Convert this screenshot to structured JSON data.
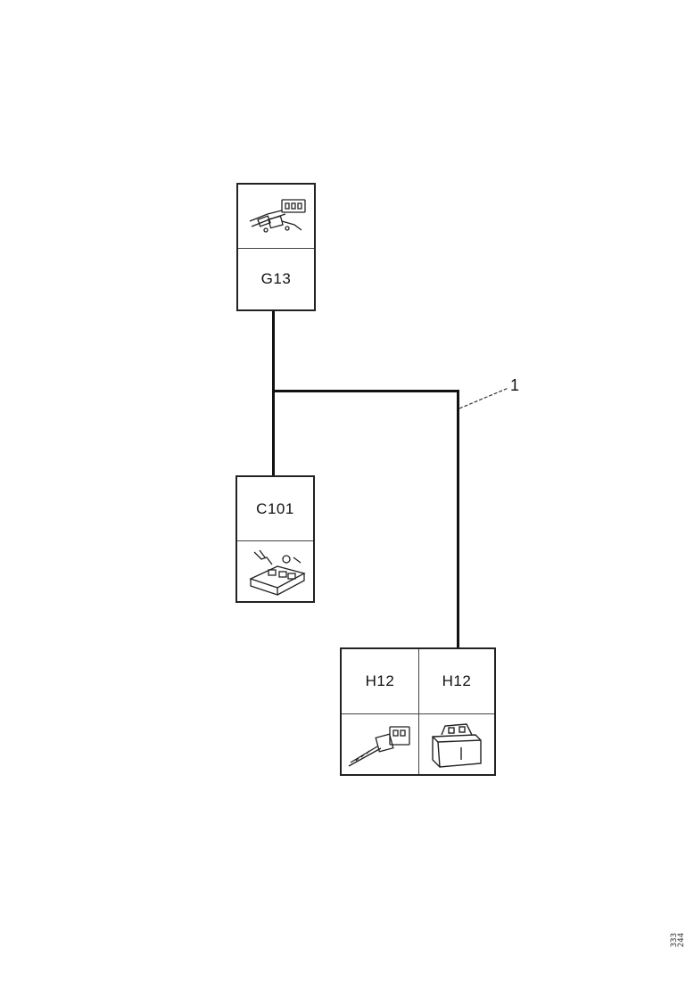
{
  "connectors": {
    "g13": {
      "label": "G13",
      "icon": "connector-harness-icon"
    },
    "c101": {
      "label": "C101",
      "icon": "connector-block-icon"
    },
    "h12_left": {
      "label": "H12",
      "icon": "connector-plug-icon"
    },
    "h12_right": {
      "label": "H12",
      "icon": "battery-icon"
    }
  },
  "callouts": {
    "wire_1": "1"
  },
  "stamp": {
    "line1": "333",
    "line2": "244"
  }
}
